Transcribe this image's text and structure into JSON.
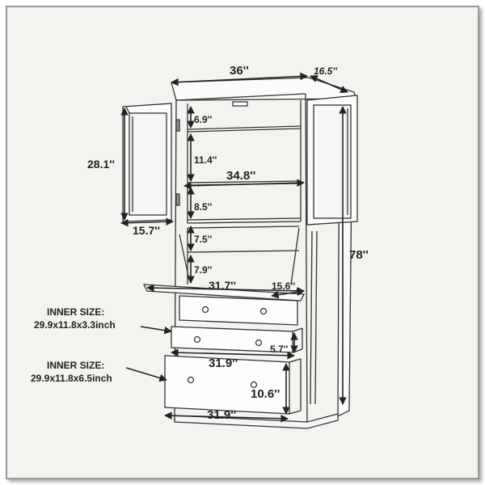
{
  "dimensions": {
    "overall_width": "36''",
    "depth": "16.5''",
    "height": "78''",
    "door_height": "28.1''",
    "door_width": "15.7''",
    "top_section": "6.9''",
    "shelf_gap": "11.4''",
    "inner_width": "34.8''",
    "lower_gap": "8.5''",
    "drop_front_gap": "7.5''",
    "drop_front_height": "7.9''",
    "desk_width": "31.7''",
    "desk_depth": "15.6''",
    "drawer_small_depth": "5.7''",
    "drawer_small_width": "31.9''",
    "drawer_large_depth": "10.6''",
    "drawer_large_width": "31.9''"
  },
  "inner_sizes": [
    {
      "label": "INNER SIZE:",
      "value": "29.9x11.8x3.3inch"
    },
    {
      "label": "INNER SIZE:",
      "value": "29.9x11.8x6.5inch"
    }
  ]
}
